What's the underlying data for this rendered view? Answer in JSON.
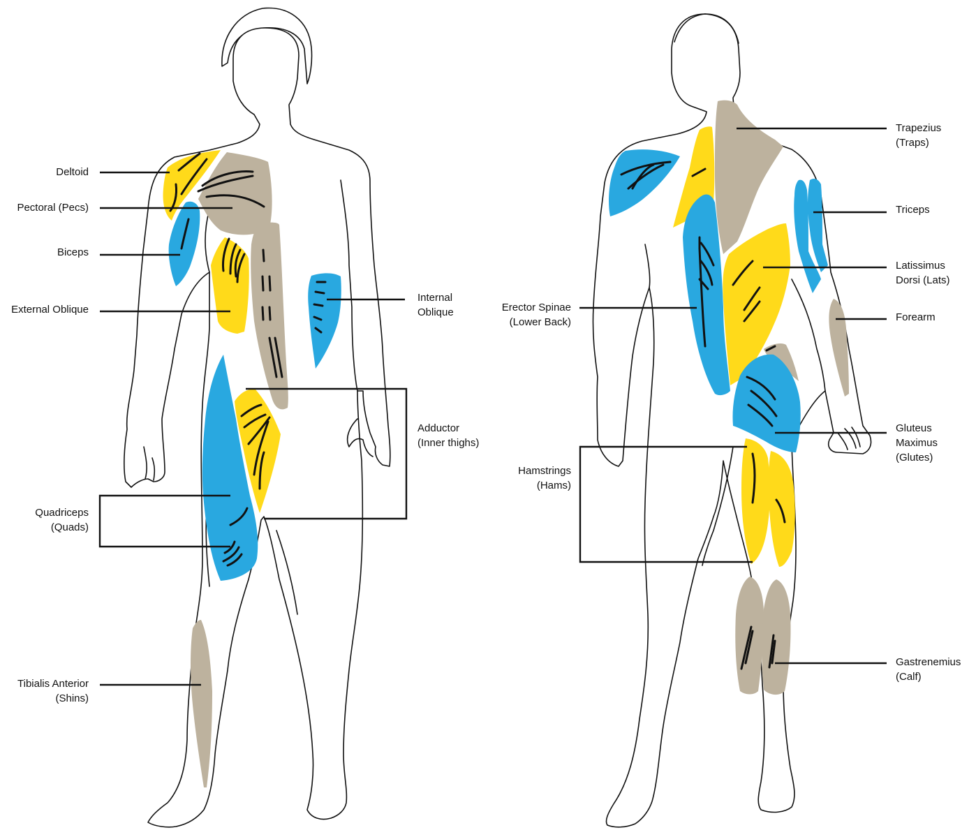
{
  "colors": {
    "yellow": "#FFDA1A",
    "blue": "#29A8E0",
    "tan": "#BDB29E",
    "outline": "#111111"
  },
  "front": {
    "labels": {
      "deltoid": [
        "Deltoid"
      ],
      "pectoral": [
        "Pectoral (Pecs)"
      ],
      "biceps": [
        "Biceps"
      ],
      "external_oblique": [
        "External Oblique"
      ],
      "internal_oblique": [
        "Internal",
        "Oblique"
      ],
      "adductor": [
        "Adductor",
        "(Inner thighs)"
      ],
      "quadriceps": [
        "Quadriceps",
        "(Quads)"
      ],
      "tibialis": [
        "Tibialis Anterior",
        "(Shins)"
      ]
    }
  },
  "back": {
    "labels": {
      "trapezius": [
        "Trapezius",
        "(Traps)"
      ],
      "triceps": [
        "Triceps"
      ],
      "latissimus": [
        "Latissimus",
        "Dorsi (Lats)"
      ],
      "forearm": [
        "Forearm"
      ],
      "erector": [
        "Erector Spinae",
        "(Lower Back)"
      ],
      "gluteus": [
        "Gluteus",
        "Maximus",
        "(Glutes)"
      ],
      "hamstrings": [
        "Hamstrings",
        "(Hams)"
      ],
      "gastrenemius": [
        "Gastrenemius",
        "(Calf)"
      ]
    }
  }
}
